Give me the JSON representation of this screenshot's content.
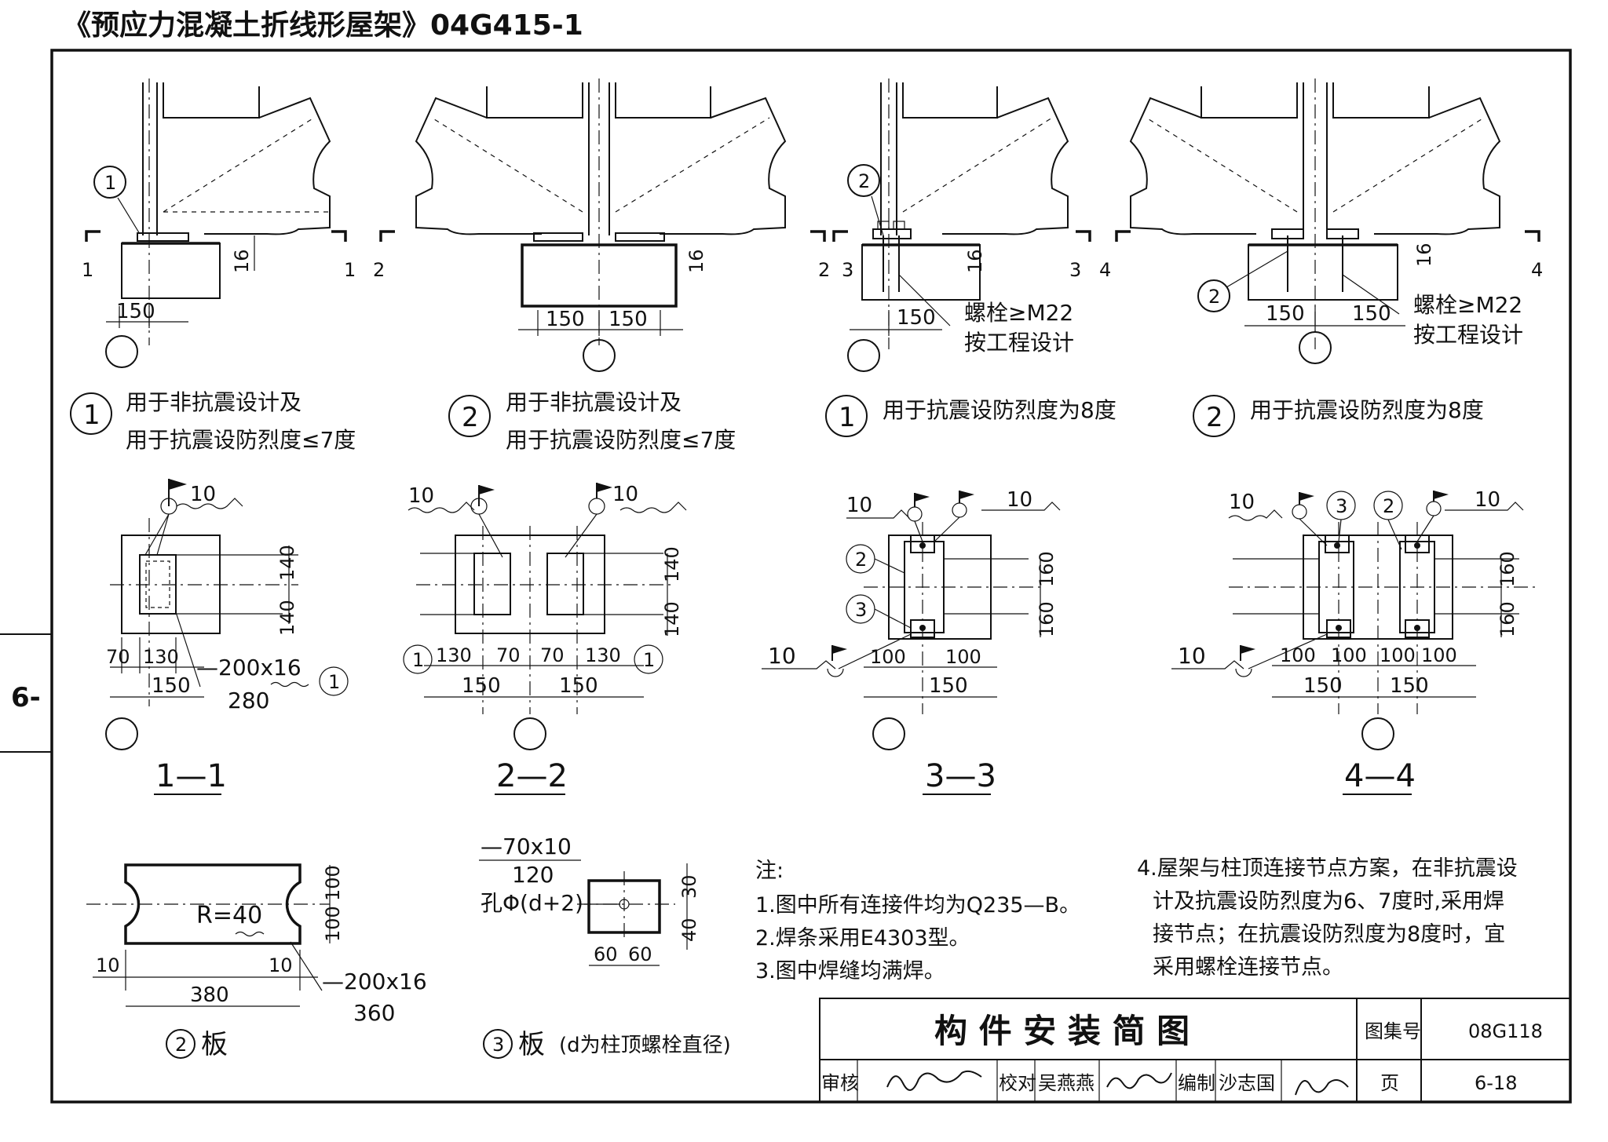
{
  "header": {
    "title": "《预应力混凝土折线形屋架》04G415-1"
  },
  "side_tab": {
    "label": "6-"
  },
  "elevations": [
    {
      "id": "e1",
      "cut_left": "1",
      "cut_right": "1",
      "dim_16": "16",
      "dim_a": "150",
      "dim_b": "",
      "callout": "1",
      "bolt_text": "",
      "bolt_text2": "",
      "caption_no": "1",
      "caption_line1": "用于非抗震设计及",
      "caption_line2": "用于抗震设防烈度≤7度"
    },
    {
      "id": "e2",
      "cut_left": "2",
      "cut_right": "2",
      "dim_16": "16",
      "dim_a": "150",
      "dim_b": "150",
      "callout": "",
      "bolt_text": "",
      "bolt_text2": "",
      "caption_no": "2",
      "caption_line1": "用于非抗震设计及",
      "caption_line2": "用于抗震设防烈度≤7度"
    },
    {
      "id": "e3",
      "cut_left": "3",
      "cut_right": "3",
      "dim_16": "16",
      "dim_a": "150",
      "dim_b": "",
      "callout": "2",
      "bolt_text": "螺栓≥M22",
      "bolt_text2": "按工程设计",
      "caption_no": "1",
      "caption_line1": "用于抗震设防烈度为8度",
      "caption_line2": ""
    },
    {
      "id": "e4",
      "cut_left": "4",
      "cut_right": "4",
      "dim_16": "16",
      "dim_a": "150",
      "dim_b": "150",
      "callout": "2",
      "bolt_text": "螺栓≥M22",
      "bolt_text2": "按工程设计",
      "caption_no": "2",
      "caption_line1": "用于抗震设防烈度为8度",
      "caption_line2": ""
    }
  ],
  "sections": [
    {
      "id": "s1",
      "title": "1—1",
      "weld": "10",
      "dims_h": [
        "70",
        "130",
        "150"
      ],
      "dims_v": [
        "140",
        "140"
      ],
      "plate": "—200x16",
      "plate_w": "280",
      "plate_ref": "1"
    },
    {
      "id": "s2",
      "title": "2—2",
      "weld_l": "10",
      "weld_r": "10",
      "dims_h": [
        "130",
        "70",
        "70",
        "130",
        "150",
        "150"
      ],
      "dims_v": [
        "140",
        "140"
      ],
      "ref_l": "1",
      "ref_r": "1"
    },
    {
      "id": "s3",
      "title": "3—3",
      "weld_l": "10",
      "weld_r": "10",
      "weld_b": "10",
      "dims_h": [
        "100",
        "100",
        "150"
      ],
      "dims_v": [
        "160",
        "160"
      ],
      "ref_a": "2",
      "ref_b": "3"
    },
    {
      "id": "s4",
      "title": "4—4",
      "weld_l": "10",
      "weld_r": "10",
      "weld_b": "10",
      "dims_h": [
        "100",
        "100",
        "100",
        "100",
        "150",
        "150"
      ],
      "dims_v": [
        "160",
        "160"
      ],
      "ref_a": "3",
      "ref_b": "2"
    }
  ],
  "plate2": {
    "radius": "R=40",
    "dims_v": [
      "100",
      "100"
    ],
    "dims_end": [
      "10",
      "10"
    ],
    "length": "380",
    "plate": "—200x16",
    "plate_len": "360",
    "caption_no": "2",
    "caption": "板"
  },
  "plate3": {
    "spec": "—70x10",
    "len": "120",
    "hole": "孔Φ(d+2)",
    "dims_v": [
      "30",
      "40"
    ],
    "dims_h": [
      "60",
      "60"
    ],
    "caption_no": "3",
    "caption": "板",
    "caption_note": "(d为柱顶螺栓直径)"
  },
  "notes": {
    "head": "注:",
    "items": [
      "1.图中所有连接件均为Q235—B。",
      "2.焊条采用E4303型。",
      "3.图中焊缝均满焊。"
    ],
    "item4": [
      "4.屋架与柱顶连接节点方案，在非抗震设",
      "计及抗震设防烈度为6、7度时,采用焊",
      "接节点；在抗震设防烈度为8度时，宜",
      "采用螺栓连接节点。"
    ]
  },
  "title_block": {
    "drawing_title": "构 件 安 装 简 图",
    "atlas_label": "图集号",
    "atlas_no": "08G118",
    "review_label": "审核",
    "check_label": "校对",
    "checker": "吴燕燕",
    "draft_label": "编制",
    "drafter": "沙志国",
    "page_label": "页",
    "page_no": "6-18"
  }
}
